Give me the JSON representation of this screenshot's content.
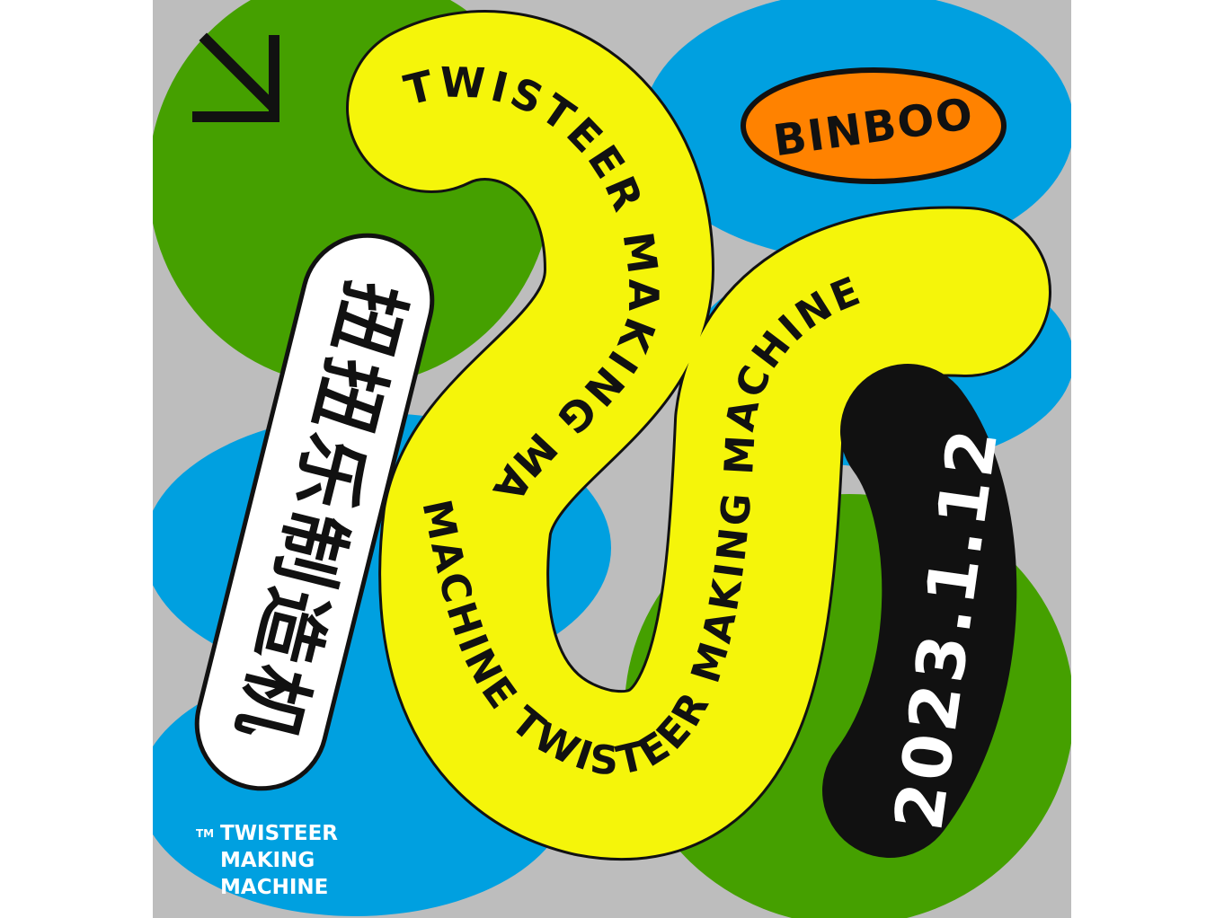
{
  "colors": {
    "background": "#bdbdbd",
    "green": "#45a000",
    "blue": "#00a0e0",
    "yellow": "#f5f50a",
    "orange": "#ff8200",
    "black": "#111111",
    "white": "#ffffff"
  },
  "icons": {
    "arrow": "arrow-down-right-icon"
  },
  "brand": {
    "name": "BINBOO"
  },
  "title_cn": "扭扭乐制造机",
  "date": "2023.1.12",
  "curve_text": {
    "upper": "TWISTEER MAKING MACHINE",
    "lower": "MACHINE TWISTEER MAKING MACHINE"
  },
  "trademark": {
    "tm": "TM",
    "line1": "TWISTEER",
    "line2": "MAKING",
    "line3": "MACHINE"
  }
}
